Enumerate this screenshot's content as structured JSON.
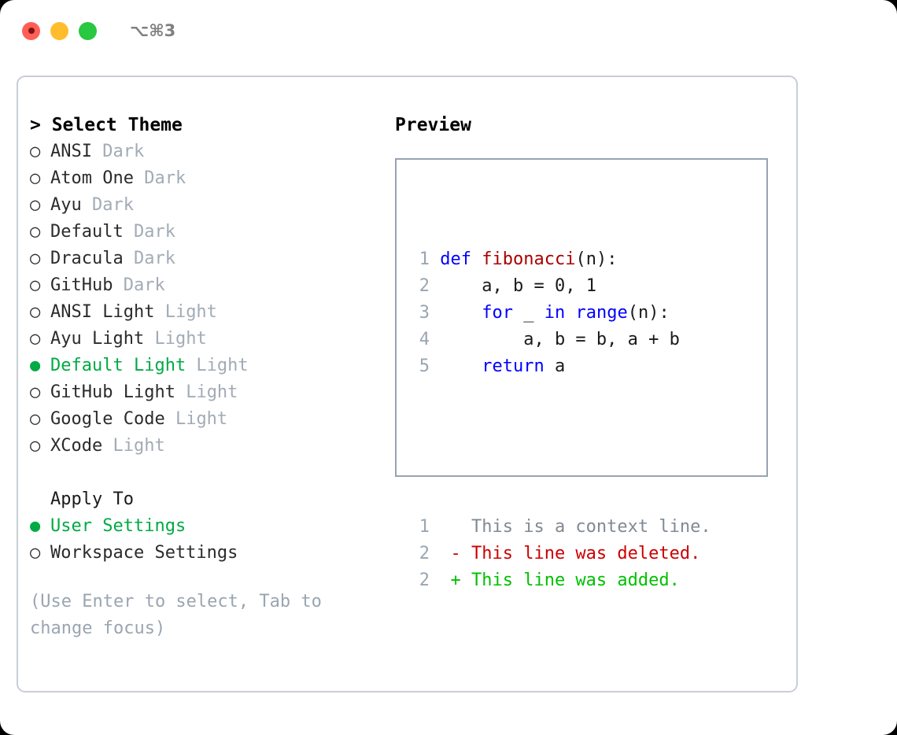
{
  "titlebar": {
    "shortcut": "⌥⌘3",
    "lights": [
      "close-red",
      "minimize-yellow",
      "zoom-green"
    ]
  },
  "left_panel": {
    "header": "> Select Theme",
    "themes": [
      {
        "marker": "○",
        "name": "ANSI",
        "category": "Dark",
        "selected": false
      },
      {
        "marker": "○",
        "name": "Atom One",
        "category": "Dark",
        "selected": false
      },
      {
        "marker": "○",
        "name": "Ayu",
        "category": "Dark",
        "selected": false
      },
      {
        "marker": "○",
        "name": "Default",
        "category": "Dark",
        "selected": false
      },
      {
        "marker": "○",
        "name": "Dracula",
        "category": "Dark",
        "selected": false
      },
      {
        "marker": "○",
        "name": "GitHub",
        "category": "Dark",
        "selected": false
      },
      {
        "marker": "○",
        "name": "ANSI Light",
        "category": "Light",
        "selected": false
      },
      {
        "marker": "○",
        "name": "Ayu Light",
        "category": "Light",
        "selected": false
      },
      {
        "marker": "●",
        "name": "Default Light",
        "category": "Light",
        "selected": true
      },
      {
        "marker": "○",
        "name": "GitHub Light",
        "category": "Light",
        "selected": false
      },
      {
        "marker": "○",
        "name": "Google Code",
        "category": "Light",
        "selected": false
      },
      {
        "marker": "○",
        "name": "XCode",
        "category": "Light",
        "selected": false
      }
    ],
    "apply_to": {
      "label": "Apply To",
      "options": [
        {
          "marker": "●",
          "name": "User Settings",
          "selected": true
        },
        {
          "marker": "○",
          "name": "Workspace Settings",
          "selected": false
        }
      ]
    },
    "hint": "(Use Enter to select, Tab to change focus)"
  },
  "preview": {
    "title": "Preview",
    "code_lines": [
      {
        "number": "1",
        "tokens": [
          {
            "text": "def ",
            "type": "kw"
          },
          {
            "text": "fibonacci",
            "type": "fn"
          },
          {
            "text": "(n):",
            "type": "plain"
          }
        ]
      },
      {
        "number": "2",
        "tokens": [
          {
            "text": "    a, b = ",
            "type": "plain"
          },
          {
            "text": "0",
            "type": "num"
          },
          {
            "text": ", ",
            "type": "plain"
          },
          {
            "text": "1",
            "type": "num"
          }
        ]
      },
      {
        "number": "3",
        "tokens": [
          {
            "text": "    ",
            "type": "plain"
          },
          {
            "text": "for",
            "type": "kw"
          },
          {
            "text": " _ ",
            "type": "plain"
          },
          {
            "text": "in",
            "type": "kw"
          },
          {
            "text": " ",
            "type": "plain"
          },
          {
            "text": "range",
            "type": "kw"
          },
          {
            "text": "(n):",
            "type": "plain"
          }
        ]
      },
      {
        "number": "4",
        "tokens": [
          {
            "text": "        a, b = b, a + b",
            "type": "plain"
          }
        ]
      },
      {
        "number": "5",
        "tokens": [
          {
            "text": "    ",
            "type": "plain"
          },
          {
            "text": "return",
            "type": "kw"
          },
          {
            "text": " a",
            "type": "plain"
          }
        ]
      }
    ],
    "diff_lines": [
      {
        "number": "1",
        "sign": " ",
        "text": "This is a context line.",
        "kind": "ctx"
      },
      {
        "number": "2",
        "sign": "-",
        "text": "This line was deleted.",
        "kind": "del"
      },
      {
        "number": "2",
        "sign": "+",
        "text": "This line was added.",
        "kind": "add"
      }
    ]
  },
  "colors": {
    "accent_green": "#00aa44",
    "diff_add": "#00c000",
    "diff_del": "#cc0000",
    "keyword_blue": "#0000ff",
    "function_red": "#aa0000",
    "muted_gray": "#a2abb6",
    "panel_border": "#97a3b2",
    "window_border": "#c9ced5"
  }
}
